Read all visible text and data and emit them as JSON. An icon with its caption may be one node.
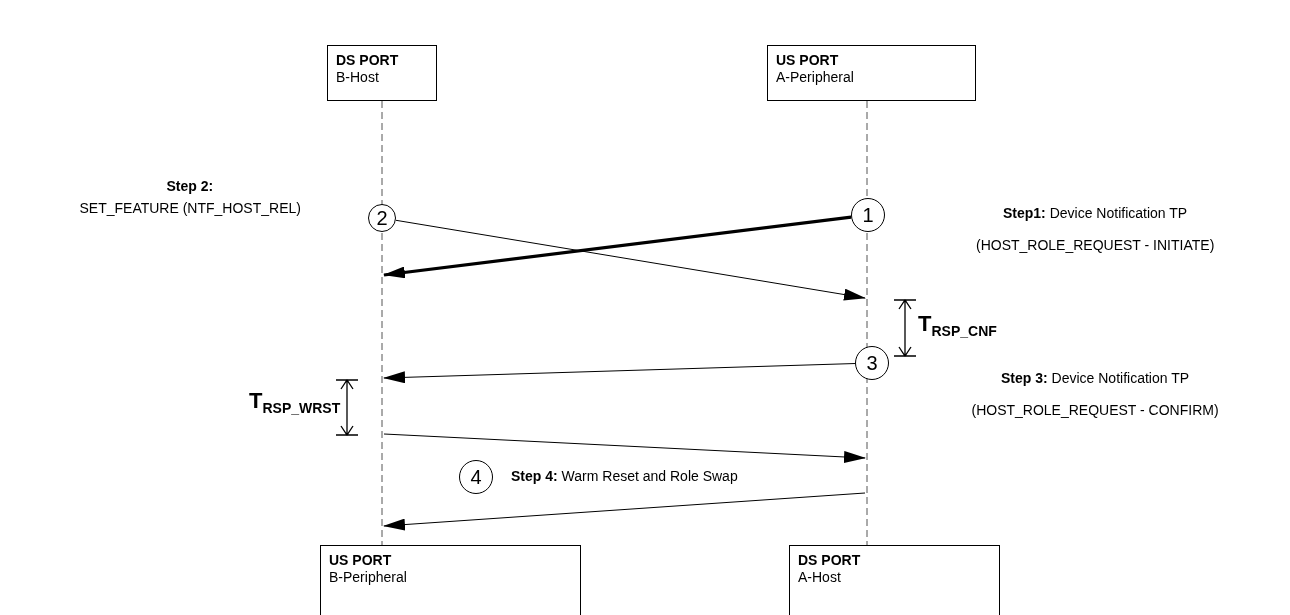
{
  "diagram": {
    "nodes": [
      {
        "text": [
          "DS PORT",
          "B-Host"
        ]
      },
      {
        "text": [
          "US PORT",
          "A-Peripheral"
        ]
      },
      {
        "text": [],
        "shape": "line"
      },
      {
        "text": [],
        "shape": "line"
      },
      {
        "text": [
          "2"
        ],
        "beside": [
          "Step 2:",
          "SET_FEATURE (NTF_HOST_REL)"
        ]
      },
      {
        "text": [
          "1"
        ],
        "beside": [
          "**Step1:** Device Notification TP",
          "(HOST_ROLE_REQUEST - INITIATE)"
        ]
      },
      {
        "text": [
          "3"
        ],
        "beside": [
          "**Step 3:** Device Notification TP",
          "(HOST_ROLE_REQUEST - CONFIRM)"
        ]
      },
      {
        "text": [
          "4"
        ],
        "beside": [
          "**Step 4:** Warm Reset and Role Swap"
        ]
      },
      {
        "text": [
          "US PORT",
          "B-Peripheral"
        ]
      },
      {
        "text": [
          "DS PORT",
          "A-Host"
        ]
      }
    ],
    "edges": [
      {
        "from": 5,
        "to": 2,
        "arrow": "to",
        "style": "thick"
      },
      {
        "from": 4,
        "to": 3,
        "arrow": "to"
      },
      {
        "from": 6,
        "to": 2,
        "arrow": "to"
      },
      {
        "from": 2,
        "to": 3,
        "arrow": "to"
      },
      {
        "from": 3,
        "to": 2,
        "arrow": "to"
      }
    ],
    "labels": [
      "T$_{RSP_CNF}$",
      "T$_{RSP_WRST}$"
    ]
  }
}
